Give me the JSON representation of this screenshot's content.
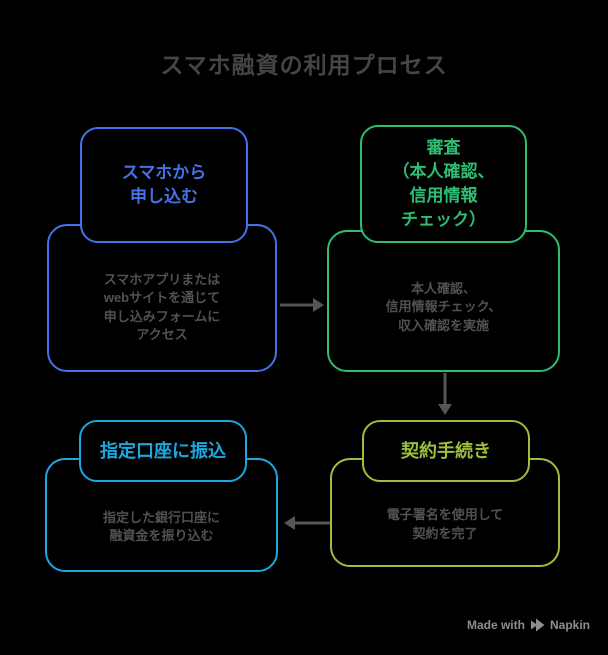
{
  "title": "スマホ融資の利用プロセス",
  "nodes": [
    {
      "id": "apply",
      "label": "スマホから\n申し込む",
      "description": "スマホアプリまたは\nwebサイトを通じて\n申し込みフォームに\nアクセス",
      "color": "#4472E8"
    },
    {
      "id": "screening",
      "label": "審査\n（本人確認、\n信用情報\nチェック）",
      "description": "本人確認、\n信用情報チェック、\n収入確認を実施",
      "color": "#2EBD71"
    },
    {
      "id": "contract",
      "label": "契約手続き",
      "description": "電子署名を使用して\n契約を完了",
      "color": "#9DBF3B"
    },
    {
      "id": "transfer",
      "label": "指定口座に振込",
      "description": "指定した銀行口座に\n融資金を振り込む",
      "color": "#1BA8E0"
    }
  ],
  "edges": [
    {
      "from": "apply",
      "to": "screening",
      "direction": "right"
    },
    {
      "from": "screening",
      "to": "contract",
      "direction": "down"
    },
    {
      "from": "contract",
      "to": "transfer",
      "direction": "left"
    }
  ],
  "watermark": {
    "made_with": "Made with",
    "brand": "Napkin"
  },
  "colors": {
    "background": "#000000",
    "title": "#454545",
    "body_text": "#515151",
    "arrow": "#555555",
    "watermark": "#8E8E8E"
  }
}
